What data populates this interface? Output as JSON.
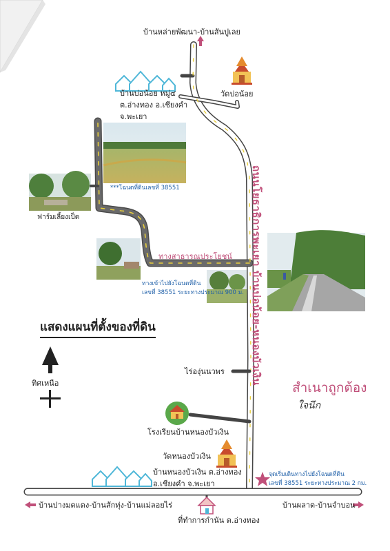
{
  "map": {
    "title": "แสดงแผนที่ตั้งของที่ดิน",
    "north_label": "ทิศเหนือ",
    "stamp_text": "สำเนาถูกต้อง",
    "signature_text": "ใจนึก",
    "colors": {
      "road": "#444444",
      "road_center": "#e9cf3c",
      "accent_pink": "#c0507a",
      "label_blue": "#1e5fa8",
      "house_blue": "#4fb7d8",
      "temple_orange": "#e58b2e",
      "school_green": "#5aa84a"
    }
  },
  "places": {
    "north_end": "บ้านหล่ายพัฒนา-บ้านสันปูเลย",
    "temple_north": "วัดบ่อน้อย",
    "village_north_1": "บ้านบ่อน้อย หมู่๔",
    "village_north_2": "ต.อ่างทอง อ.เชียงคำ",
    "village_north_3": "จ.พะเยา",
    "land_deed_note": "***โฉนดที่ดินเลขที่ 38551",
    "duck_farm": "ฟาร์มเลี้ยงเป็ด",
    "public_road": "ทางสาธารณประโยชน์",
    "entrance_note_1": "ทางเข้าไปยังโฉนดที่ดิน",
    "entrance_note_2": "เลขที่ 38551 ระยะทางประมาณ 900 ม.",
    "main_road": "ถนนโยธาธิการพะเยา บ้านบ่อน้อย-หนองบัวเงิน",
    "vineyard": "ไร่องุ่นนวพร",
    "school": "โรงเรียนบ้านหนองบัวเงิน",
    "temple_south": "วัดหนองบัวเงิน",
    "village_south_1": "บ้านหนองบัวเงิน ต.อ่างทอง",
    "village_south_2": "อ.เชียงคำ จ.พะเยา",
    "start_note_1": "จุดเริ่มเดินทางไปยังโฉนดที่ดิน",
    "start_note_2": "เลขที่ 38551 ระยะทางประมาณ 2 กม.",
    "west_end": "บ้านปางมดแดง-บ้านสักทุ่ง-บ้านแม่ลอยไร่",
    "east_end": "บ้านผลาด-บ้านจำบอน",
    "district_office": "ที่ทำการกำนัน ต.อ่างทอง"
  }
}
